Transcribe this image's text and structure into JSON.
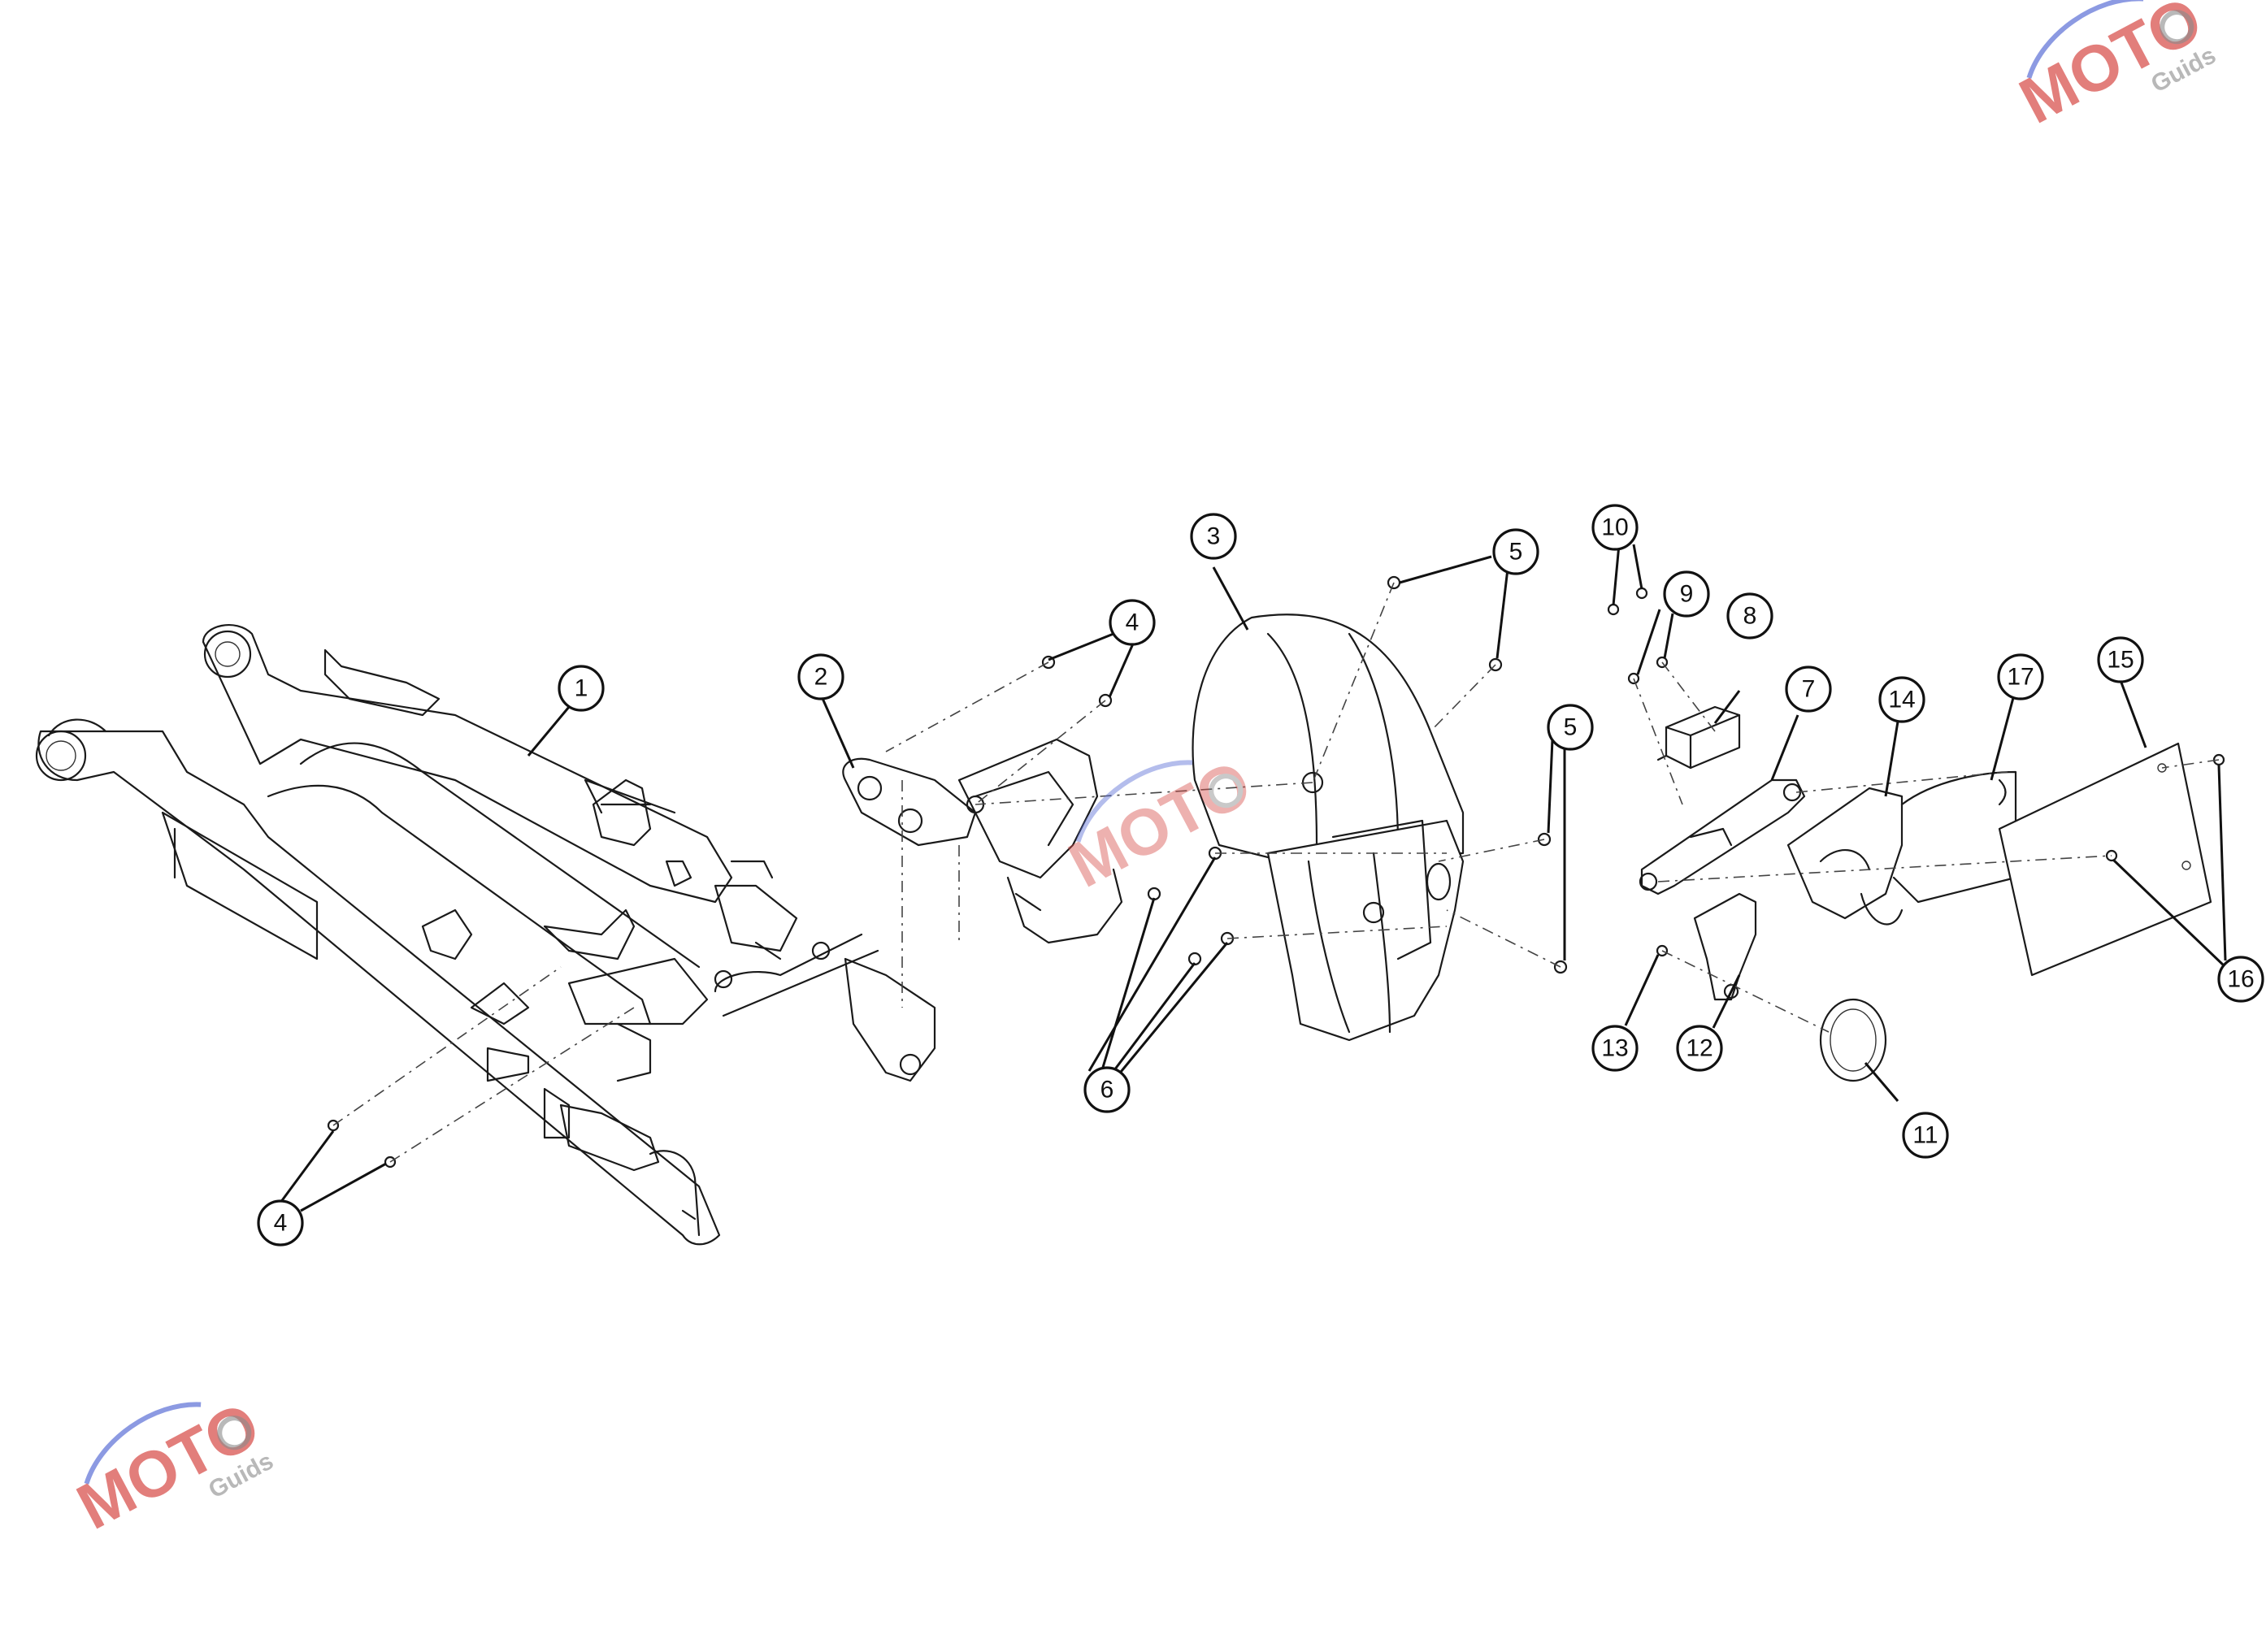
{
  "callouts": [
    {
      "label": "1"
    },
    {
      "label": "2"
    },
    {
      "label": "3"
    },
    {
      "label": "4"
    },
    {
      "label": "4"
    },
    {
      "label": "5"
    },
    {
      "label": "5"
    },
    {
      "label": "6"
    },
    {
      "label": "7"
    },
    {
      "label": "8"
    },
    {
      "label": "9"
    },
    {
      "label": "10"
    },
    {
      "label": "11"
    },
    {
      "label": "12"
    },
    {
      "label": "13"
    },
    {
      "label": "14"
    },
    {
      "label": "15"
    },
    {
      "label": "16"
    },
    {
      "label": "17"
    }
  ],
  "watermark": {
    "brand": "MOTO",
    "sub": "Guids",
    "colors": {
      "red": "#d9534f",
      "blue": "#5b6fd6",
      "gray": "#8a8a8a"
    }
  }
}
